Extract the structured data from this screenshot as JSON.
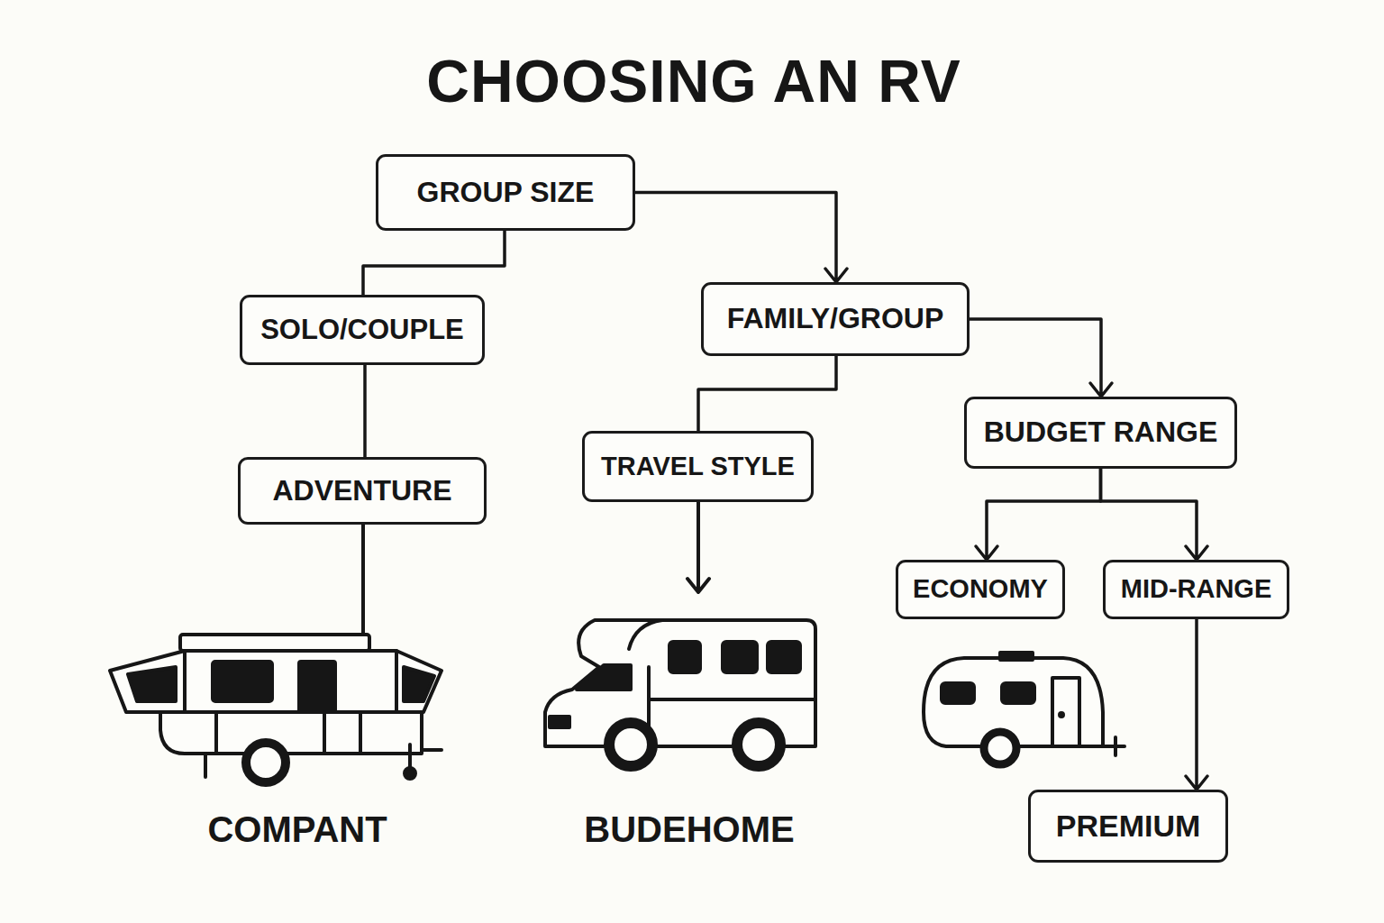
{
  "diagram": {
    "title": "CHOOSING AN RV",
    "nodes": [
      {
        "text": [
          "GROUP SIZE"
        ]
      },
      {
        "text": [
          "SOLO/COUPLE"
        ]
      },
      {
        "text": [
          "FAMILY/GROUP"
        ]
      },
      {
        "text": [
          "ADVENTURE"
        ]
      },
      {
        "text": [
          "TRAVEL STYLE"
        ]
      },
      {
        "text": [
          "BUDGET RANGE"
        ]
      },
      {
        "text": [
          "ECONOMY"
        ]
      },
      {
        "text": [
          "MID-RANGE"
        ]
      },
      {
        "text": [
          "PREMIUM"
        ]
      }
    ],
    "edges": [
      {
        "from": 0,
        "to": 1,
        "arrow": "none"
      },
      {
        "from": 0,
        "to": 2,
        "arrow": "to"
      },
      {
        "from": 1,
        "to": 3,
        "arrow": "none"
      },
      {
        "from": 2,
        "to": 4,
        "arrow": "none"
      },
      {
        "from": 2,
        "to": 5,
        "arrow": "to"
      },
      {
        "from": 5,
        "to": 6,
        "arrow": "to"
      },
      {
        "from": 5,
        "to": 7,
        "arrow": "to"
      },
      {
        "from": 7,
        "to": 8,
        "arrow": "to"
      }
    ],
    "labels": [
      "COMPANT",
      "BUDEHOME"
    ]
  }
}
